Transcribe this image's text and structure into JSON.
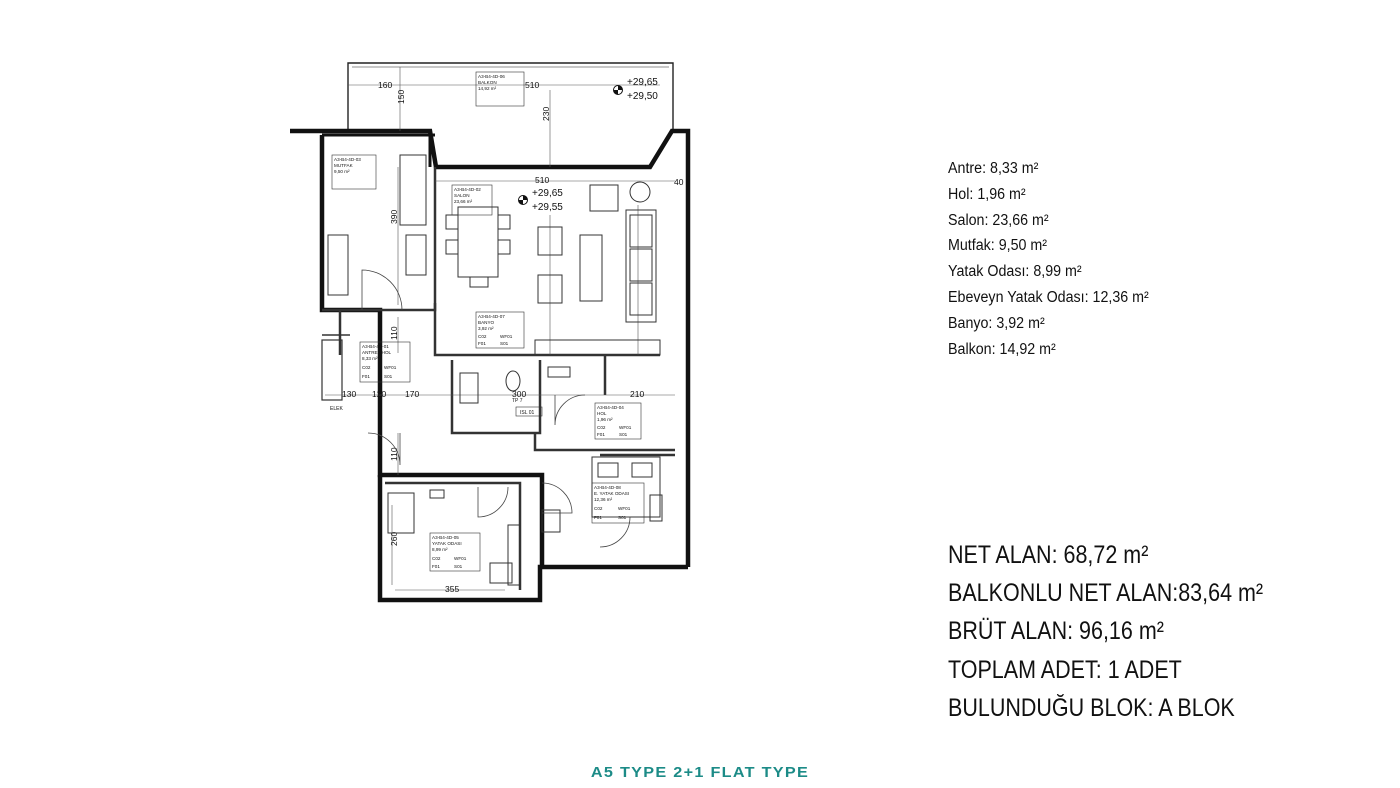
{
  "plan": {
    "balcony_elevation": [
      "+29,65",
      "+29,50"
    ],
    "living_elevation": [
      "+29,65",
      "+29,55"
    ],
    "dimensions": [
      "160",
      "150",
      "510",
      "230",
      "510",
      "390",
      "110",
      "120",
      "170",
      "300",
      "210",
      "110",
      "260",
      "355",
      "130",
      "40"
    ],
    "room_tags": [
      {
        "code": "A3-B4-4D-06",
        "name": "BALKON",
        "area": "14,92 m²"
      },
      {
        "code": "A3-B4-4D-03",
        "name": "MUTFAK",
        "area": "9,50 m²"
      },
      {
        "code": "A3-B4-4D-02",
        "name": "SALON",
        "area": "23,66 m²"
      },
      {
        "code": "A3-B4-4D-07",
        "name": "BANYO",
        "area": "3,92 m²"
      },
      {
        "code": "A3-B4-4D-01",
        "name": "ANTRE - HOL",
        "area": "8,33 m²"
      },
      {
        "code": "A3-B4-4D-04",
        "name": "HOL",
        "area": "1,96 m²"
      },
      {
        "code": "A3-B4-4D-08",
        "name": "E. YATAK ODASI",
        "area": "12,36 m²"
      },
      {
        "code": "A3-B4-4D-05",
        "name": "YATAK ODASI",
        "area": "8,99 m²"
      }
    ],
    "tag_fields": [
      "C02",
      "WF01",
      "F01",
      "S01"
    ],
    "tp_label": "TP 7",
    "eq_label": "ISL 01",
    "misc_label": "ELEK"
  },
  "rooms": [
    "Antre: 8,33 m²",
    "Hol: 1,96 m²",
    "Salon: 23,66 m²",
    "Mutfak: 9,50 m²",
    "Yatak Odası: 8,99 m²",
    "Ebeveyn Yatak Odası: 12,36 m²",
    "Banyo: 3,92 m²",
    "Balkon: 14,92 m²"
  ],
  "summary": [
    "NET ALAN: 68,72 m²",
    "BALKONLU NET ALAN:83,64 m²",
    "BRÜT ALAN: 96,16 m²",
    "TOPLAM ADET: 1 ADET",
    "BULUNDUĞU BLOK: A BLOK"
  ],
  "footer": "A5 TYPE 2+1 FLAT TYPE",
  "colors": {
    "footer": "#1c8b87",
    "ink": "#111111"
  }
}
